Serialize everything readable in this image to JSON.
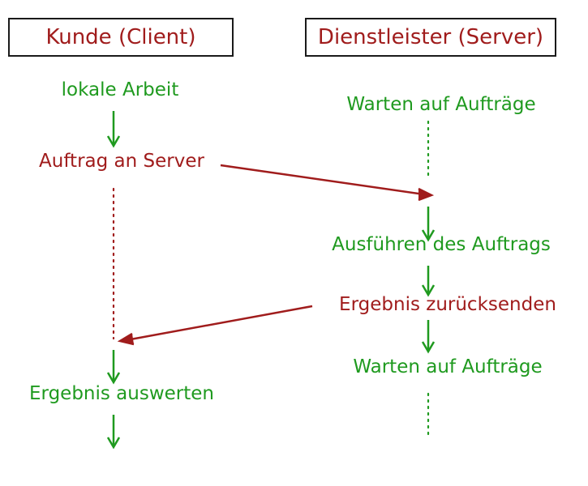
{
  "headers": {
    "client": "Kunde (Client)",
    "server": "Dienstleister (Server)"
  },
  "client_steps": {
    "local_work": "lokale Arbeit",
    "request": "Auftrag an Server",
    "evaluate": "Ergebnis auswerten"
  },
  "server_steps": {
    "wait_1": "Warten auf Aufträge",
    "execute": "Ausführen des Auftrags",
    "send_result": "Ergebnis zurücksenden",
    "wait_2": "Warten auf Aufträge"
  },
  "colors": {
    "green": "#1f9a1f",
    "red": "#a01c1c",
    "border": "#1a1a1a"
  }
}
